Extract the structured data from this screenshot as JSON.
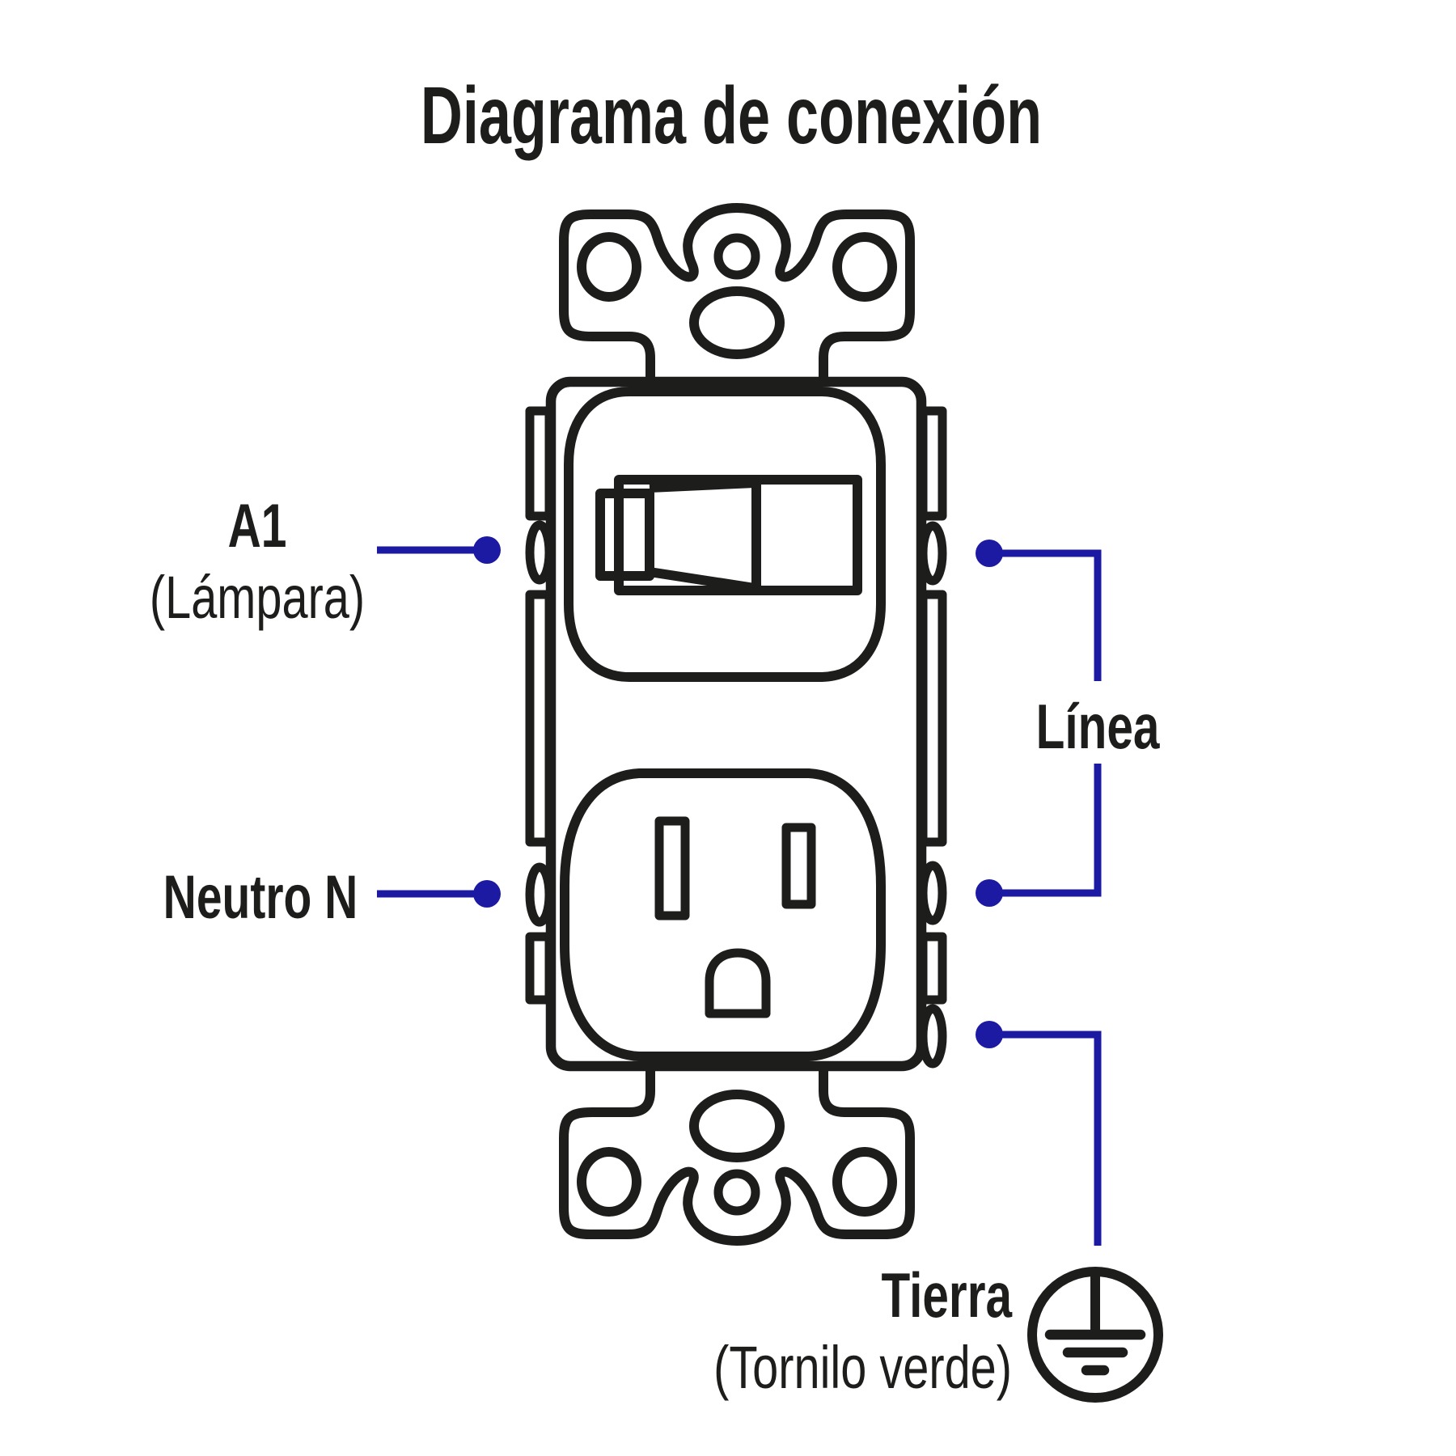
{
  "title": "Diagrama de conexión",
  "colors": {
    "ink": "#1d1d1b",
    "wire": "#1c19a3",
    "background": "#ffffff"
  },
  "labels": {
    "a1": {
      "text": "A1",
      "sub": "(Lámpara)"
    },
    "neutro": {
      "text": "Neutro N"
    },
    "linea": {
      "text": "Línea"
    },
    "tierra": {
      "text": "Tierra",
      "sub": "(Tornilo verde)"
    }
  },
  "icons": {
    "ground": "protective-earth-ground-symbol",
    "device": "switch-outlet-combo-front-view"
  }
}
